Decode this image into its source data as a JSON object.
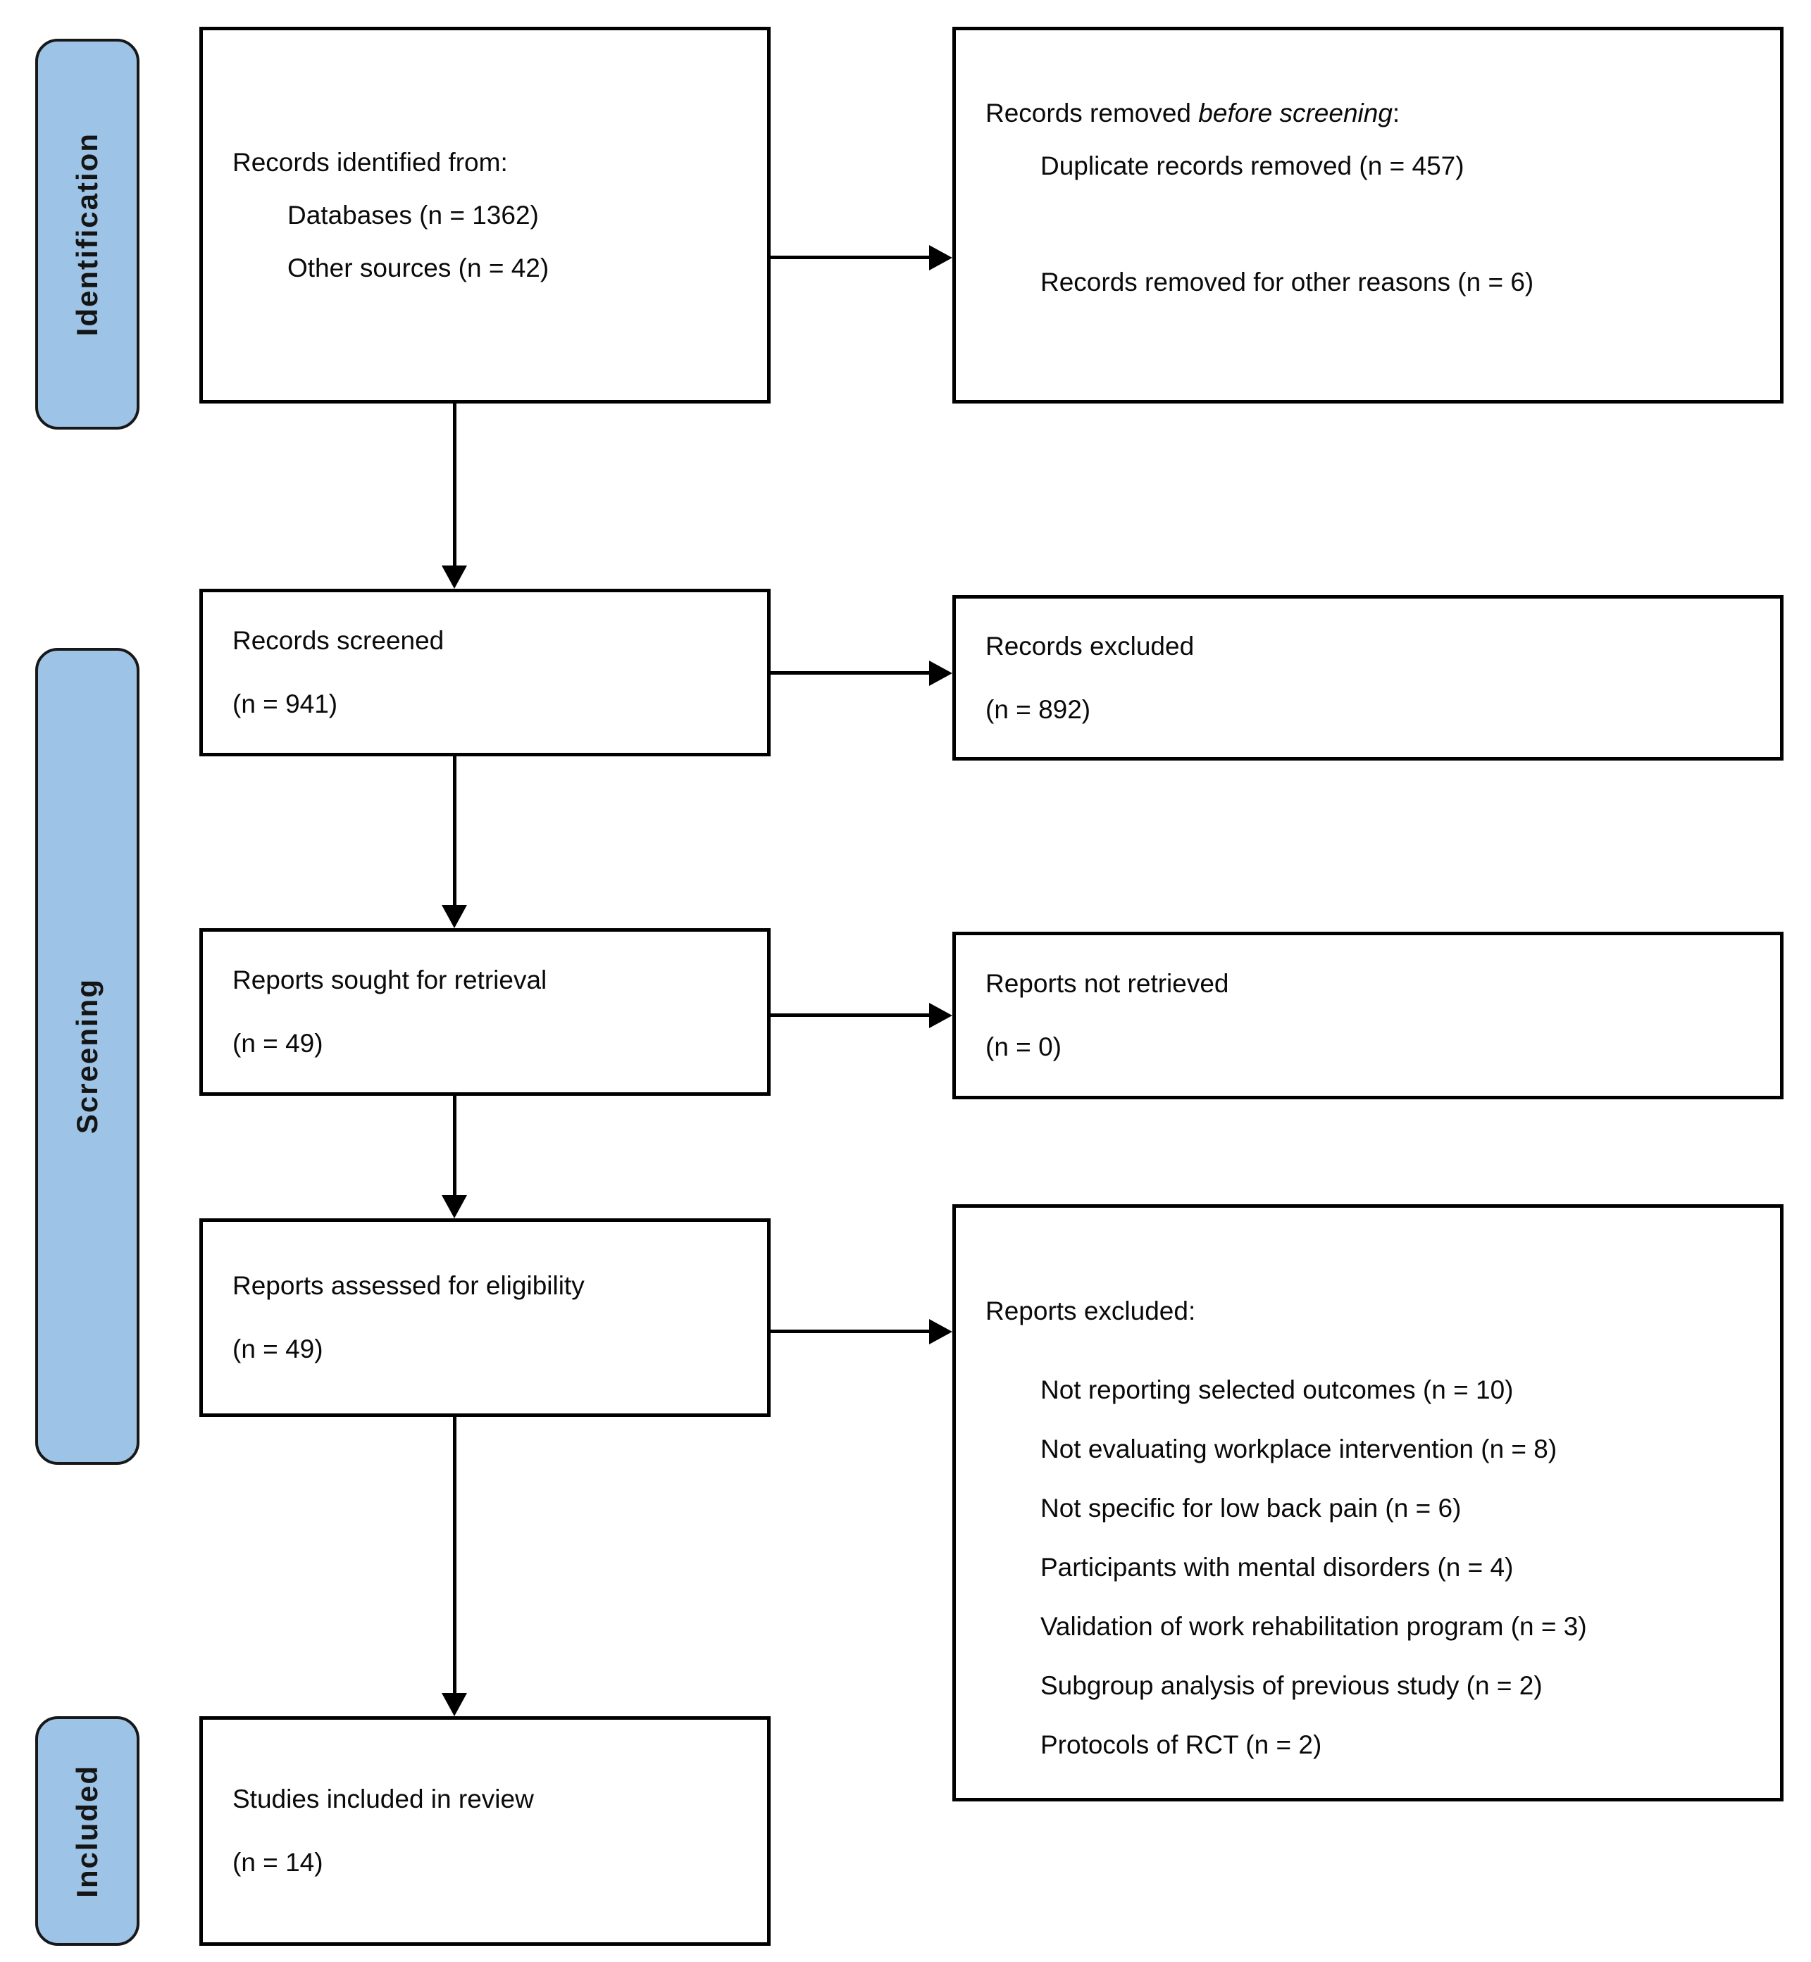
{
  "diagram": {
    "stages": [
      {
        "label": "Identification"
      },
      {
        "label": "Screening"
      },
      {
        "label": "Included"
      }
    ],
    "boxes": {
      "records_identified": {
        "title": "Records identified from:",
        "items": [
          "Databases (n = 1362)",
          "Other sources (n = 42)"
        ]
      },
      "records_removed": {
        "title_prefix": "Records removed ",
        "title_italic": "before screening",
        "title_suffix": ":",
        "items": [
          "Duplicate records removed (n = 457)",
          "Records removed for other reasons (n = 6)"
        ]
      },
      "records_screened": {
        "title": "Records screened",
        "count": "(n = 941)"
      },
      "records_excluded": {
        "title": "Records excluded",
        "count": "(n = 892)"
      },
      "reports_sought": {
        "title": "Reports sought for retrieval",
        "count": "(n = 49)"
      },
      "reports_not_retrieved": {
        "title": "Reports not retrieved",
        "count": "(n = 0)"
      },
      "reports_assessed": {
        "title": "Reports assessed for eligibility",
        "count": "(n = 49)"
      },
      "reports_excluded": {
        "title": "Reports excluded:",
        "items": [
          "Not reporting selected outcomes (n = 10)",
          "Not evaluating workplace intervention (n = 8)",
          "Not specific for low back pain (n = 6)",
          "Participants with mental disorders (n = 4)",
          "Validation of work rehabilitation program (n = 3)",
          "Subgroup analysis of previous study (n = 2)",
          "Protocols of RCT (n = 2)"
        ]
      },
      "studies_included": {
        "title": "Studies included in review",
        "count": "(n = 14)"
      }
    },
    "colors": {
      "stage_fill": "#9DC3E6",
      "stage_border": "#181818",
      "box_border": "#000000",
      "box_fill": "#ffffff"
    }
  }
}
